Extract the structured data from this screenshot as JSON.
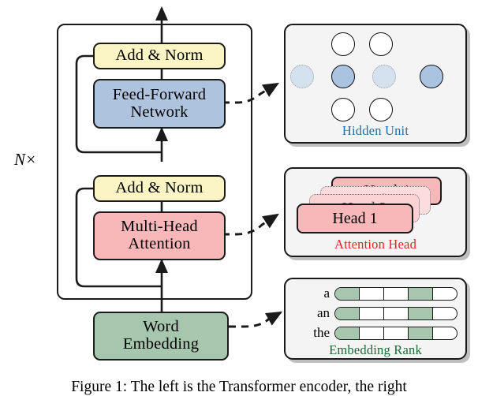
{
  "figure": {
    "caption": "Figure 1: The left is the Transformer encoder, the right"
  },
  "encoder": {
    "repeat_label": "N×",
    "blocks": [
      {
        "id": "add-norm-top",
        "label": "Add & Norm",
        "color": "#fbf4c4"
      },
      {
        "id": "feed-forward",
        "label": "Feed-Forward\nNetwork",
        "line1": "Feed-Forward",
        "line2": "Network",
        "color": "#aec3dd"
      },
      {
        "id": "add-norm-bottom",
        "label": "Add & Norm",
        "color": "#fbf4c4"
      },
      {
        "id": "multi-head-attention",
        "line1": "Multi-Head",
        "line2": "Attention",
        "color": "#f8b7b9"
      },
      {
        "id": "word-embedding",
        "line1": "Word",
        "line2": "Embedding",
        "color": "#a7c6ae"
      }
    ]
  },
  "panels": {
    "hidden_unit": {
      "caption": "Hidden Unit",
      "caption_color": "#1f6fa8",
      "output_nodes": 2,
      "hidden_nodes": [
        {
          "state": "off"
        },
        {
          "state": "on"
        },
        {
          "state": "off"
        },
        {
          "state": "on"
        }
      ],
      "input_nodes": 2
    },
    "attention_head": {
      "caption": "Attention Head",
      "caption_color": "#e8231f",
      "heads": [
        {
          "label": "Head 4",
          "layer": "back"
        },
        {
          "label": "Head 3",
          "layer": "ghost3"
        },
        {
          "label": "Head 2",
          "layer": "ghost2"
        },
        {
          "label": "Head 1",
          "layer": "front"
        }
      ]
    },
    "embedding_rank": {
      "caption": "Embedding Rank",
      "caption_color": "#1d6b36",
      "fill_color": "#a7c6ae",
      "segments": 5,
      "rows": [
        {
          "word": "a",
          "cells": [
            1,
            0,
            0,
            1,
            0
          ]
        },
        {
          "word": "an",
          "cells": [
            1,
            0,
            0,
            1,
            0
          ]
        },
        {
          "word": "the",
          "cells": [
            1,
            0,
            0,
            1,
            0
          ]
        }
      ]
    }
  }
}
